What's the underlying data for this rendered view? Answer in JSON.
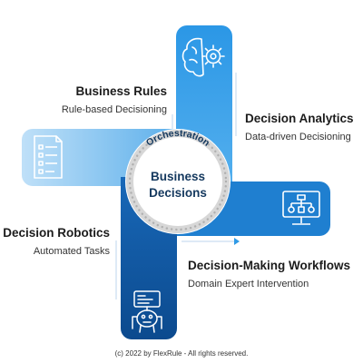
{
  "center": {
    "ring_label": "Orchestration",
    "line1": "Business",
    "line2": "Decisions"
  },
  "quadrants": {
    "business_rules": {
      "title": "Business Rules",
      "subtitle": "Rule-based Decisioning",
      "icon": "checklist-document-icon"
    },
    "decision_analytics": {
      "title": "Decision Analytics",
      "subtitle": "Data-driven Decisioning",
      "icon": "brain-gear-icon"
    },
    "decision_robotics": {
      "title": "Decision Robotics",
      "subtitle": "Automated Tasks",
      "icon": "robot-icon"
    },
    "decision_workflows": {
      "title": "Decision-Making Workflows",
      "subtitle": "Domain Expert Intervention",
      "icon": "monitor-flowchart-icon"
    }
  },
  "colors": {
    "light_blue": "#2f9ae6",
    "lighter_blue": "#8ec9f2",
    "mid_blue": "#1f7fd0",
    "dark_blue": "#0d4d94",
    "ring_grey": "#d7d7d7",
    "dot_grey": "#b0b0b0"
  },
  "footer": {
    "text": "(c) 2022 by FlexRule - All rights reserved."
  }
}
